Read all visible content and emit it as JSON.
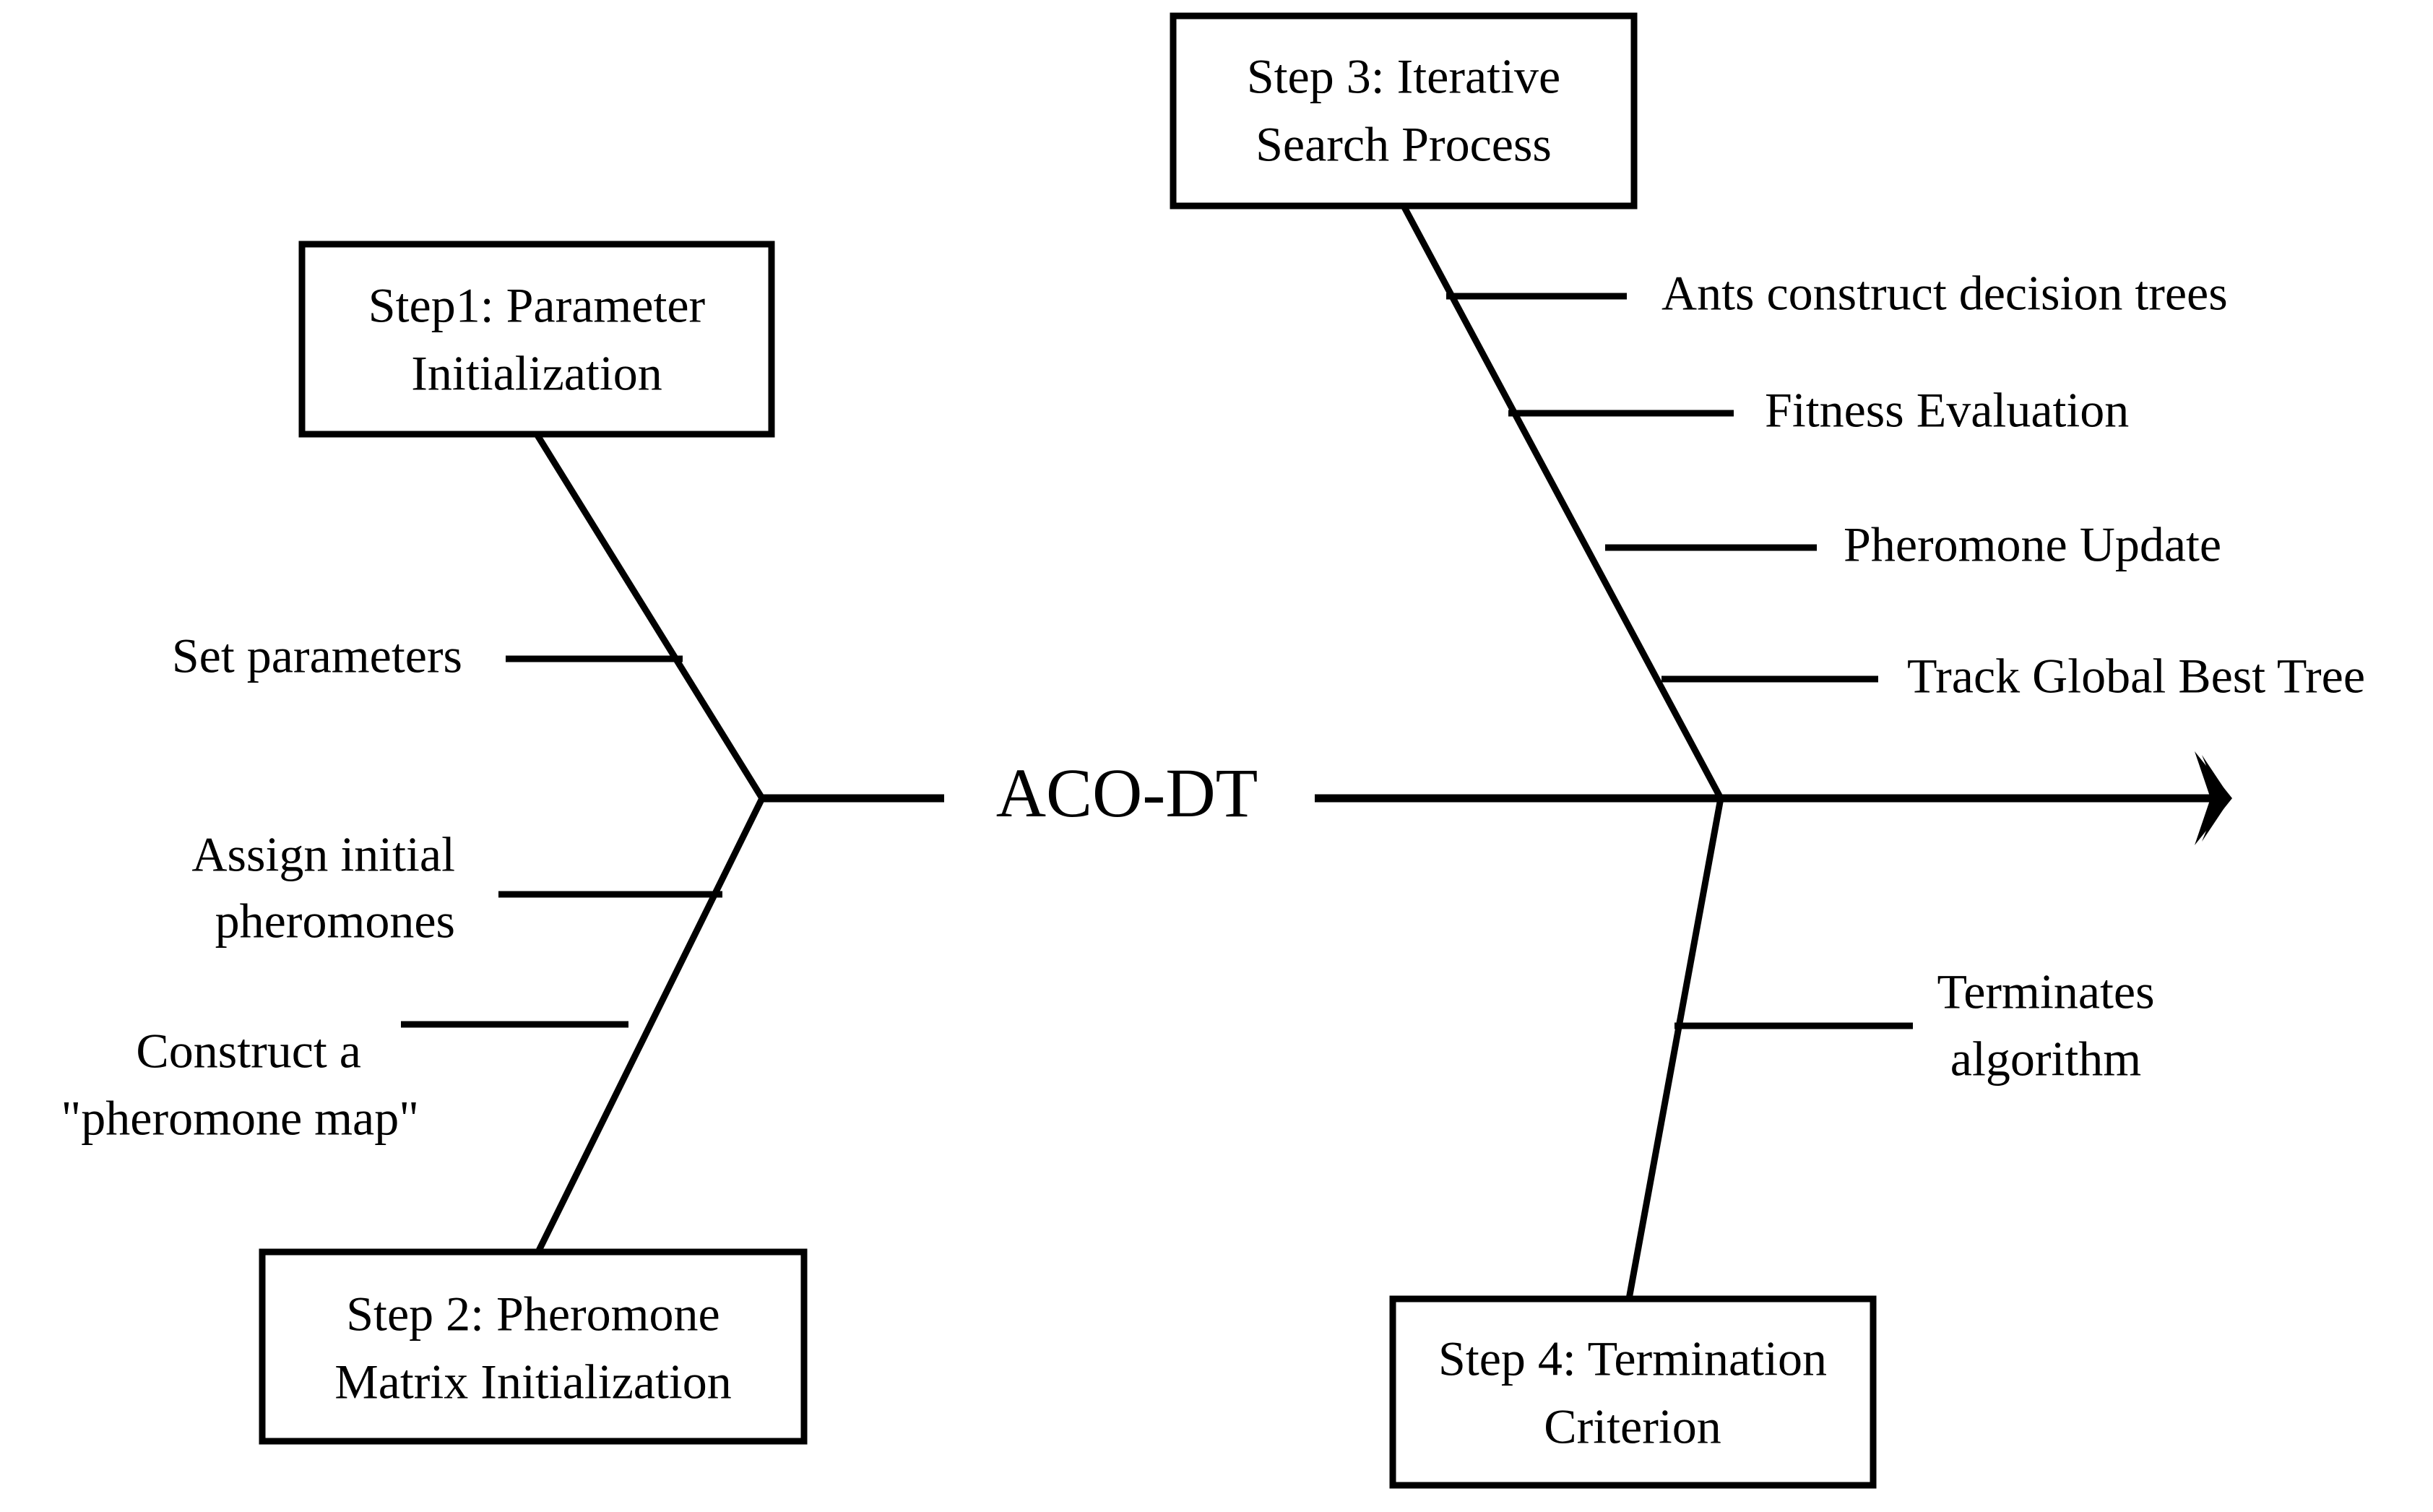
{
  "diagram": {
    "type": "fishbone-ishikawa",
    "spine_label": "ACO-DT",
    "background_color": "#ffffff",
    "line_color": "#000000",
    "text_color": "#000000",
    "arrow_direction": "right"
  },
  "boxes": {
    "step1": {
      "line1": "Step1: Parameter",
      "line2": "Initialization"
    },
    "step2": {
      "line1": "Step 2: Pheromone",
      "line2": "Matrix Initialization"
    },
    "step3": {
      "line1": "Step 3: Iterative",
      "line2": "Search Process"
    },
    "step4": {
      "line1": "Step 4: Termination",
      "line2": "Criterion"
    }
  },
  "branches": {
    "step1_items": [
      {
        "line1": "Set parameters",
        "line2": ""
      },
      {
        "line1": "Assign initial",
        "line2": "pheromones"
      }
    ],
    "step2_items": [
      {
        "line1": "Construct a",
        "line2": "\"pheromone map\""
      }
    ],
    "step3_items": [
      {
        "line1": "Ants construct decision trees",
        "line2": ""
      },
      {
        "line1": "Fitness Evaluation",
        "line2": ""
      },
      {
        "line1": "Pheromone Update",
        "line2": ""
      },
      {
        "line1": "Track Global Best Tree",
        "line2": ""
      }
    ],
    "step4_items": [
      {
        "line1": "Terminates",
        "line2": "algorithm"
      }
    ]
  }
}
